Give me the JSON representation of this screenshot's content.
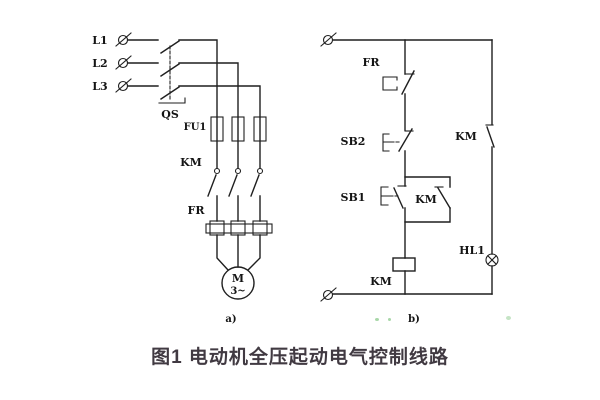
{
  "figure": {
    "caption": "图1 电动机全压起动电气控制线路",
    "main_circuit": {
      "sublabel": "a)",
      "phases": [
        "L1",
        "L2",
        "L3"
      ],
      "switch_label": "QS",
      "fuse_label": "FU1",
      "contactor_label": "KM",
      "thermal_relay_label": "FR",
      "motor": {
        "letter": "M",
        "type": "3~"
      }
    },
    "control_circuit": {
      "sublabel": "b)",
      "thermal_contact_label": "FR",
      "stop_button_label": "SB2",
      "start_button_label": "SB1",
      "selfhold_contact_label": "KM",
      "lamp_contact_label": "KM",
      "coil_label": "KM",
      "lamp_label": "HL1"
    }
  },
  "colors": {
    "line": "#1f1f1f",
    "background": "#ffffff",
    "caption_text": "#413a42"
  }
}
